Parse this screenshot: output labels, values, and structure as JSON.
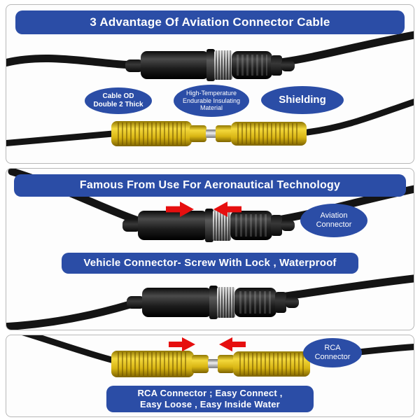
{
  "panel_advantages": {
    "title": "3  Advantage Of Aviation Connector Cable",
    "callout_cable_od": [
      "Cable OD",
      "Double 2 Thick"
    ],
    "callout_insulating": [
      "High-Temperature",
      "Endurable Insulating",
      "Material"
    ],
    "callout_shielding": [
      "Shielding"
    ]
  },
  "panel_aeronautical": {
    "title": "Famous From Use For Aeronautical Technology",
    "callout_aviation": [
      "Aviation",
      "Connector"
    ],
    "vehicle_banner": "Vehicle Connector- Screw With Lock , Waterproof"
  },
  "panel_rca": {
    "callout_rca": [
      "RCA",
      "Connector"
    ],
    "banner": [
      "RCA  Connector ; Easy Connect ,",
      "Easy Loose , Easy Inside Water"
    ]
  },
  "colors": {
    "banner_blue": "#2b4da6",
    "arrow_red": "#e60f0f",
    "rca_yellow": "#e0bf17",
    "cable_black": "#141414",
    "knurl_silver": "#cfcfcf"
  }
}
